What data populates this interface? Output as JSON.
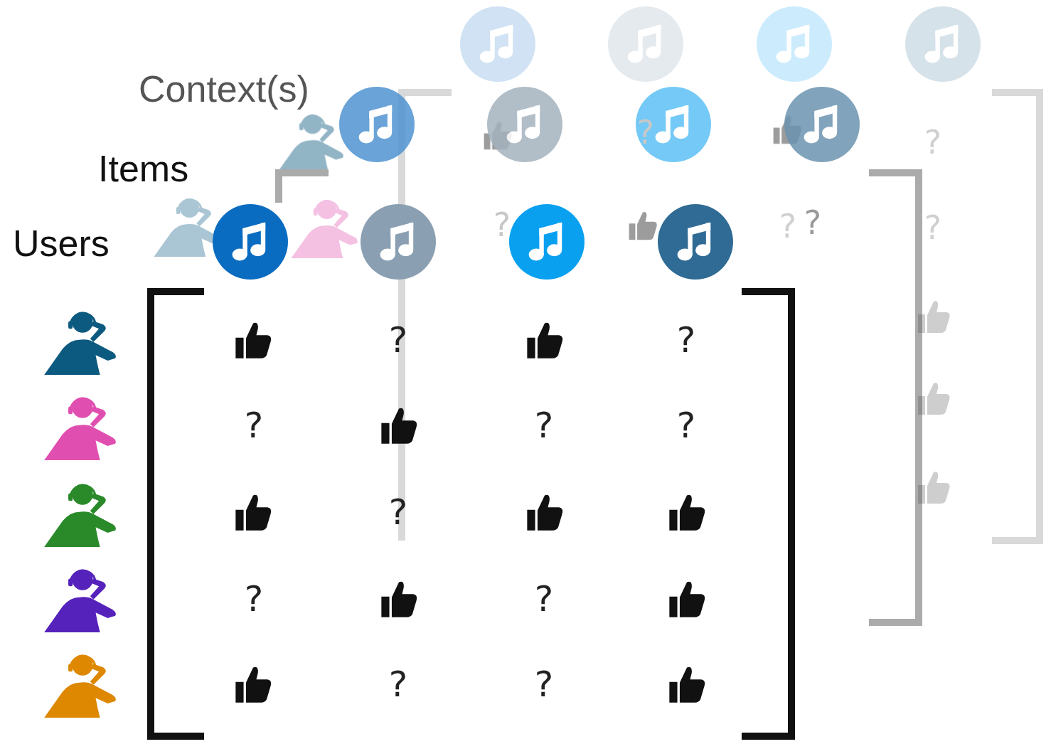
{
  "diagram": {
    "labels": [
      "Context(s)",
      "Items",
      "Users",
      "?",
      "?",
      "?",
      "?",
      "?",
      "?",
      "?",
      "?",
      "?",
      "?",
      "?",
      "?",
      "?",
      "?",
      "?",
      "?"
    ]
  }
}
